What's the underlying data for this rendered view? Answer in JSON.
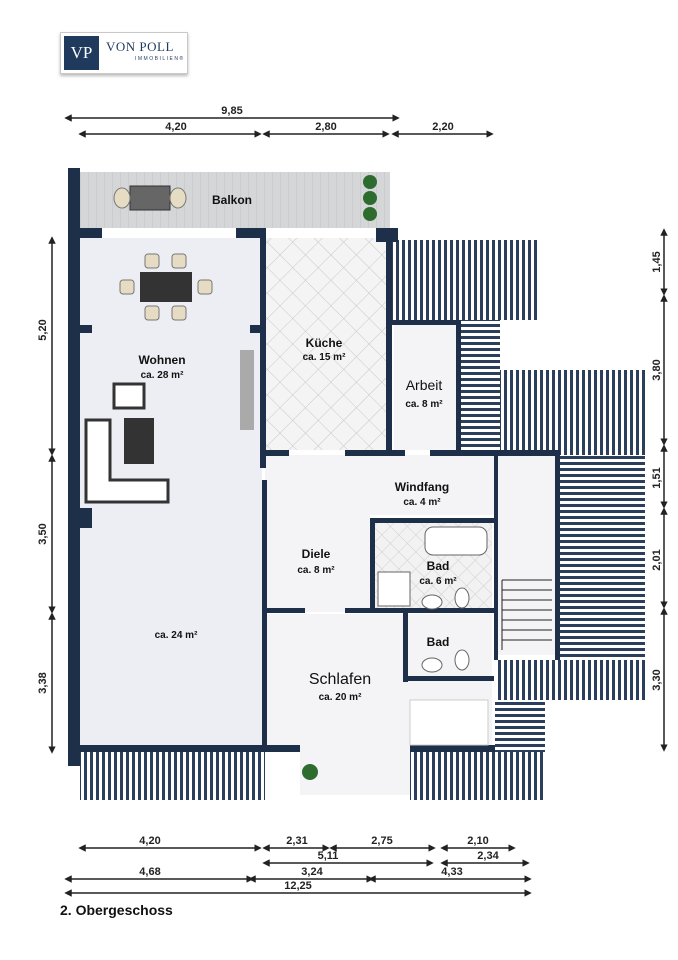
{
  "logo": {
    "initials": "VP",
    "name": "VON POLL",
    "sub": "IMMOBILIEN®"
  },
  "dimensions": {
    "top": [
      "9,85",
      "4,20",
      "2,80",
      "2,20"
    ],
    "left": [
      "5,20",
      "3,50",
      "3,38"
    ],
    "right": [
      "1,45",
      "3,80",
      "1,51",
      "2,01",
      "3,30"
    ],
    "bottom": [
      "4,20",
      "2,31",
      "2,75",
      "2,10",
      "5,11",
      "2,34",
      "4,68",
      "3,24",
      "4,33",
      "12,25"
    ]
  },
  "rooms": {
    "balkon": {
      "name": "Balkon"
    },
    "wohnen": {
      "name": "Wohnen",
      "area": "ca. 28 m²"
    },
    "kueche": {
      "name": "Küche",
      "area": "ca. 15 m²"
    },
    "arbeit": {
      "name": "Arbeit",
      "area": "ca. 8 m²"
    },
    "windfang": {
      "name": "Windfang",
      "area": "ca. 4 m²"
    },
    "diele": {
      "name": "Diele",
      "area": "ca. 8 m²"
    },
    "bad1": {
      "name": "Bad",
      "area": "ca. 6 m²"
    },
    "bad2": {
      "name": "Bad"
    },
    "lower": {
      "area": "ca. 24 m²"
    },
    "schlafen": {
      "name": "Schlafen",
      "area": "ca. 20 m²"
    }
  },
  "floor_label": "2. Obergeschoss"
}
